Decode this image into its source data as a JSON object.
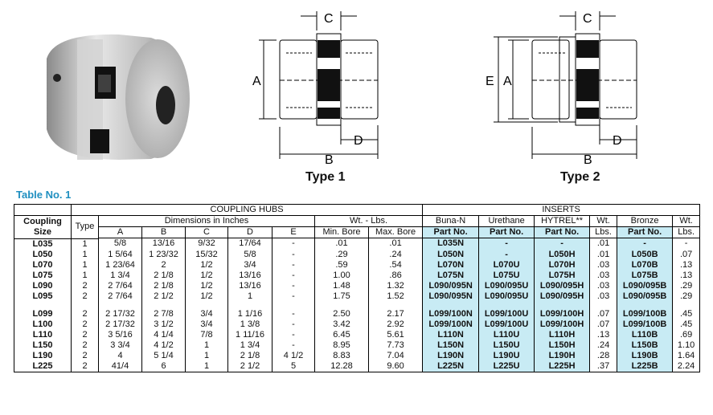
{
  "diagrams": {
    "type1": {
      "label": "Type 1",
      "dims": {
        "a": "A",
        "b": "B",
        "c": "C",
        "d": "D"
      }
    },
    "type2": {
      "label": "Type 2",
      "dims": {
        "a": "A",
        "b": "B",
        "c": "C",
        "d": "D",
        "e": "E"
      }
    }
  },
  "table": {
    "title": "Table No. 1",
    "group_hubs": "COUPLING HUBS",
    "group_inserts": "INSERTS",
    "sub_dimensions": "Dimensions in Inches",
    "sub_weight": "Wt. - Lbs.",
    "col_coupling_size": "Coupling Size",
    "col_type": "Type",
    "col_a": "A",
    "col_b": "B",
    "col_c": "C",
    "col_d": "D",
    "col_e": "E",
    "col_min_bore": "Min. Bore",
    "col_max_bore": "Max. Bore",
    "mat_buna": "Buna-N",
    "mat_urethane": "Urethane",
    "mat_hytrel": "HYTREL**",
    "mat_wt": "Wt.",
    "mat_bronze": "Bronze",
    "mat_wt2": "Wt.",
    "part_no": "Part No.",
    "lbs": "Lbs.",
    "rows": [
      [
        "L035",
        "1",
        "5/8",
        "13/16",
        "9/32",
        "17/64",
        "-",
        ".01",
        ".01",
        "L035N",
        "-",
        "-",
        ".01",
        "-",
        "-"
      ],
      [
        "L050",
        "1",
        "1 5/64",
        "1 23/32",
        "15/32",
        "5/8",
        "-",
        ".29",
        ".24",
        "L050N",
        "-",
        "L050H",
        ".01",
        "L050B",
        ".07"
      ],
      [
        "L070",
        "1",
        "1 23/64",
        "2",
        "1/2",
        "3/4",
        "-",
        ".59",
        ".54",
        "L070N",
        "L070U",
        "L070H",
        ".03",
        "L070B",
        ".13"
      ],
      [
        "L075",
        "1",
        "1 3/4",
        "2 1/8",
        "1/2",
        "13/16",
        "-",
        "1.00",
        ".86",
        "L075N",
        "L075U",
        "L075H",
        ".03",
        "L075B",
        ".13"
      ],
      [
        "L090",
        "2",
        "2 7/64",
        "2 1/8",
        "1/2",
        "13/16",
        "-",
        "1.48",
        "1.32",
        "L090/095N",
        "L090/095U",
        "L090/095H",
        ".03",
        "L090/095B",
        ".29"
      ],
      [
        "L095",
        "2",
        "2 7/64",
        "2 1/2",
        "1/2",
        "1",
        "-",
        "1.75",
        "1.52",
        "L090/095N",
        "L090/095U",
        "L090/095H",
        ".03",
        "L090/095B",
        ".29"
      ],
      [
        "L099",
        "2",
        "2 17/32",
        "2 7/8",
        "3/4",
        "1 1/16",
        "-",
        "2.50",
        "2.17",
        "L099/100N",
        "L099/100U",
        "L099/100H",
        ".07",
        "L099/100B",
        ".45"
      ],
      [
        "L100",
        "2",
        "2 17/32",
        "3 1/2",
        "3/4",
        "1 3/8",
        "-",
        "3.42",
        "2.92",
        "L099/100N",
        "L099/100U",
        "L099/100H",
        ".07",
        "L099/100B",
        ".45"
      ],
      [
        "L110",
        "2",
        "3 5/16",
        "4 1/4",
        "7/8",
        "1 11/16",
        "-",
        "6.45",
        "5.61",
        "L110N",
        "L110U",
        "L110H",
        ".13",
        "L110B",
        ".69"
      ],
      [
        "L150",
        "2",
        "3 3/4",
        "4 1/2",
        "1",
        "1 3/4",
        "-",
        "8.95",
        "7.73",
        "L150N",
        "L150U",
        "L150H",
        ".24",
        "L150B",
        "1.10"
      ],
      [
        "L190",
        "2",
        "4",
        "5 1/4",
        "1",
        "2 1/8",
        "4 1/2",
        "8.83",
        "7.04",
        "L190N",
        "L190U",
        "L190H",
        ".28",
        "L190B",
        "1.64"
      ],
      [
        "L225",
        "2",
        "41/4",
        "6",
        "1",
        "2 1/2",
        "5",
        "12.28",
        "9.60",
        "L225N",
        "L225U",
        "L225H",
        ".37",
        "L225B",
        "2.24"
      ]
    ]
  }
}
